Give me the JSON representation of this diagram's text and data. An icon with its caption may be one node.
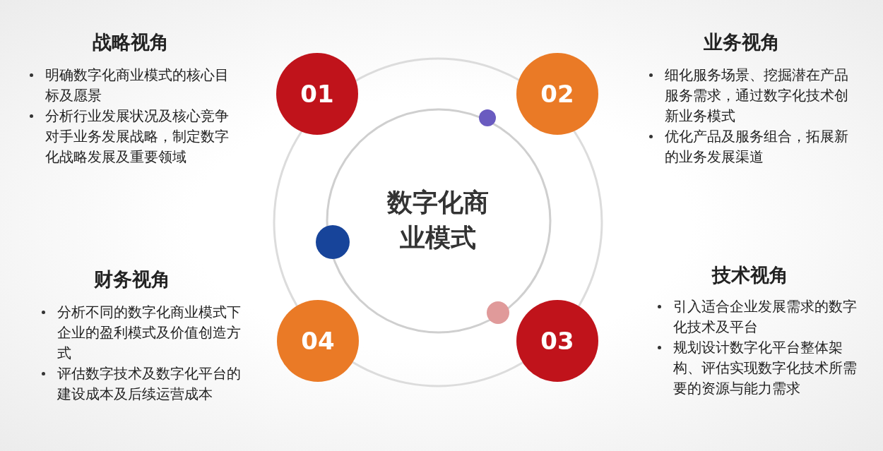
{
  "diagram": {
    "nodes": [
      {
        "text": [
          "数字化商业模式"
        ]
      },
      {
        "text": [
          "01"
        ],
        "beside": [
          "战略视角",
          "明确数字化商业模式的核心目标及愿景",
          "分析行业发展状况及核心竞争对手业务发展战略，制定数字化战略发展及重要领域"
        ]
      },
      {
        "text": [
          "02"
        ],
        "beside": [
          "业务视角",
          "细化服务场景、挖掘潜在产品服务需求，通过数字化技术创新业务模式",
          "优化产品及服务组合，拓展新的业务发展渠道"
        ]
      },
      {
        "text": [
          "03"
        ],
        "beside": [
          "技术视角",
          "引入适合企业发展需求的数字化技术及平台",
          "规划设计数字化平台整体架构、评估实现数字化技术所需要的资源与能力需求"
        ]
      },
      {
        "text": [
          "04"
        ],
        "beside": [
          "财务视角",
          "分析不同的数字化商业模式下企业的盈利模式及价值创造方式",
          "评估数字技术及数字化平台的建设成本及后续运营成本"
        ]
      }
    ],
    "edges": []
  }
}
